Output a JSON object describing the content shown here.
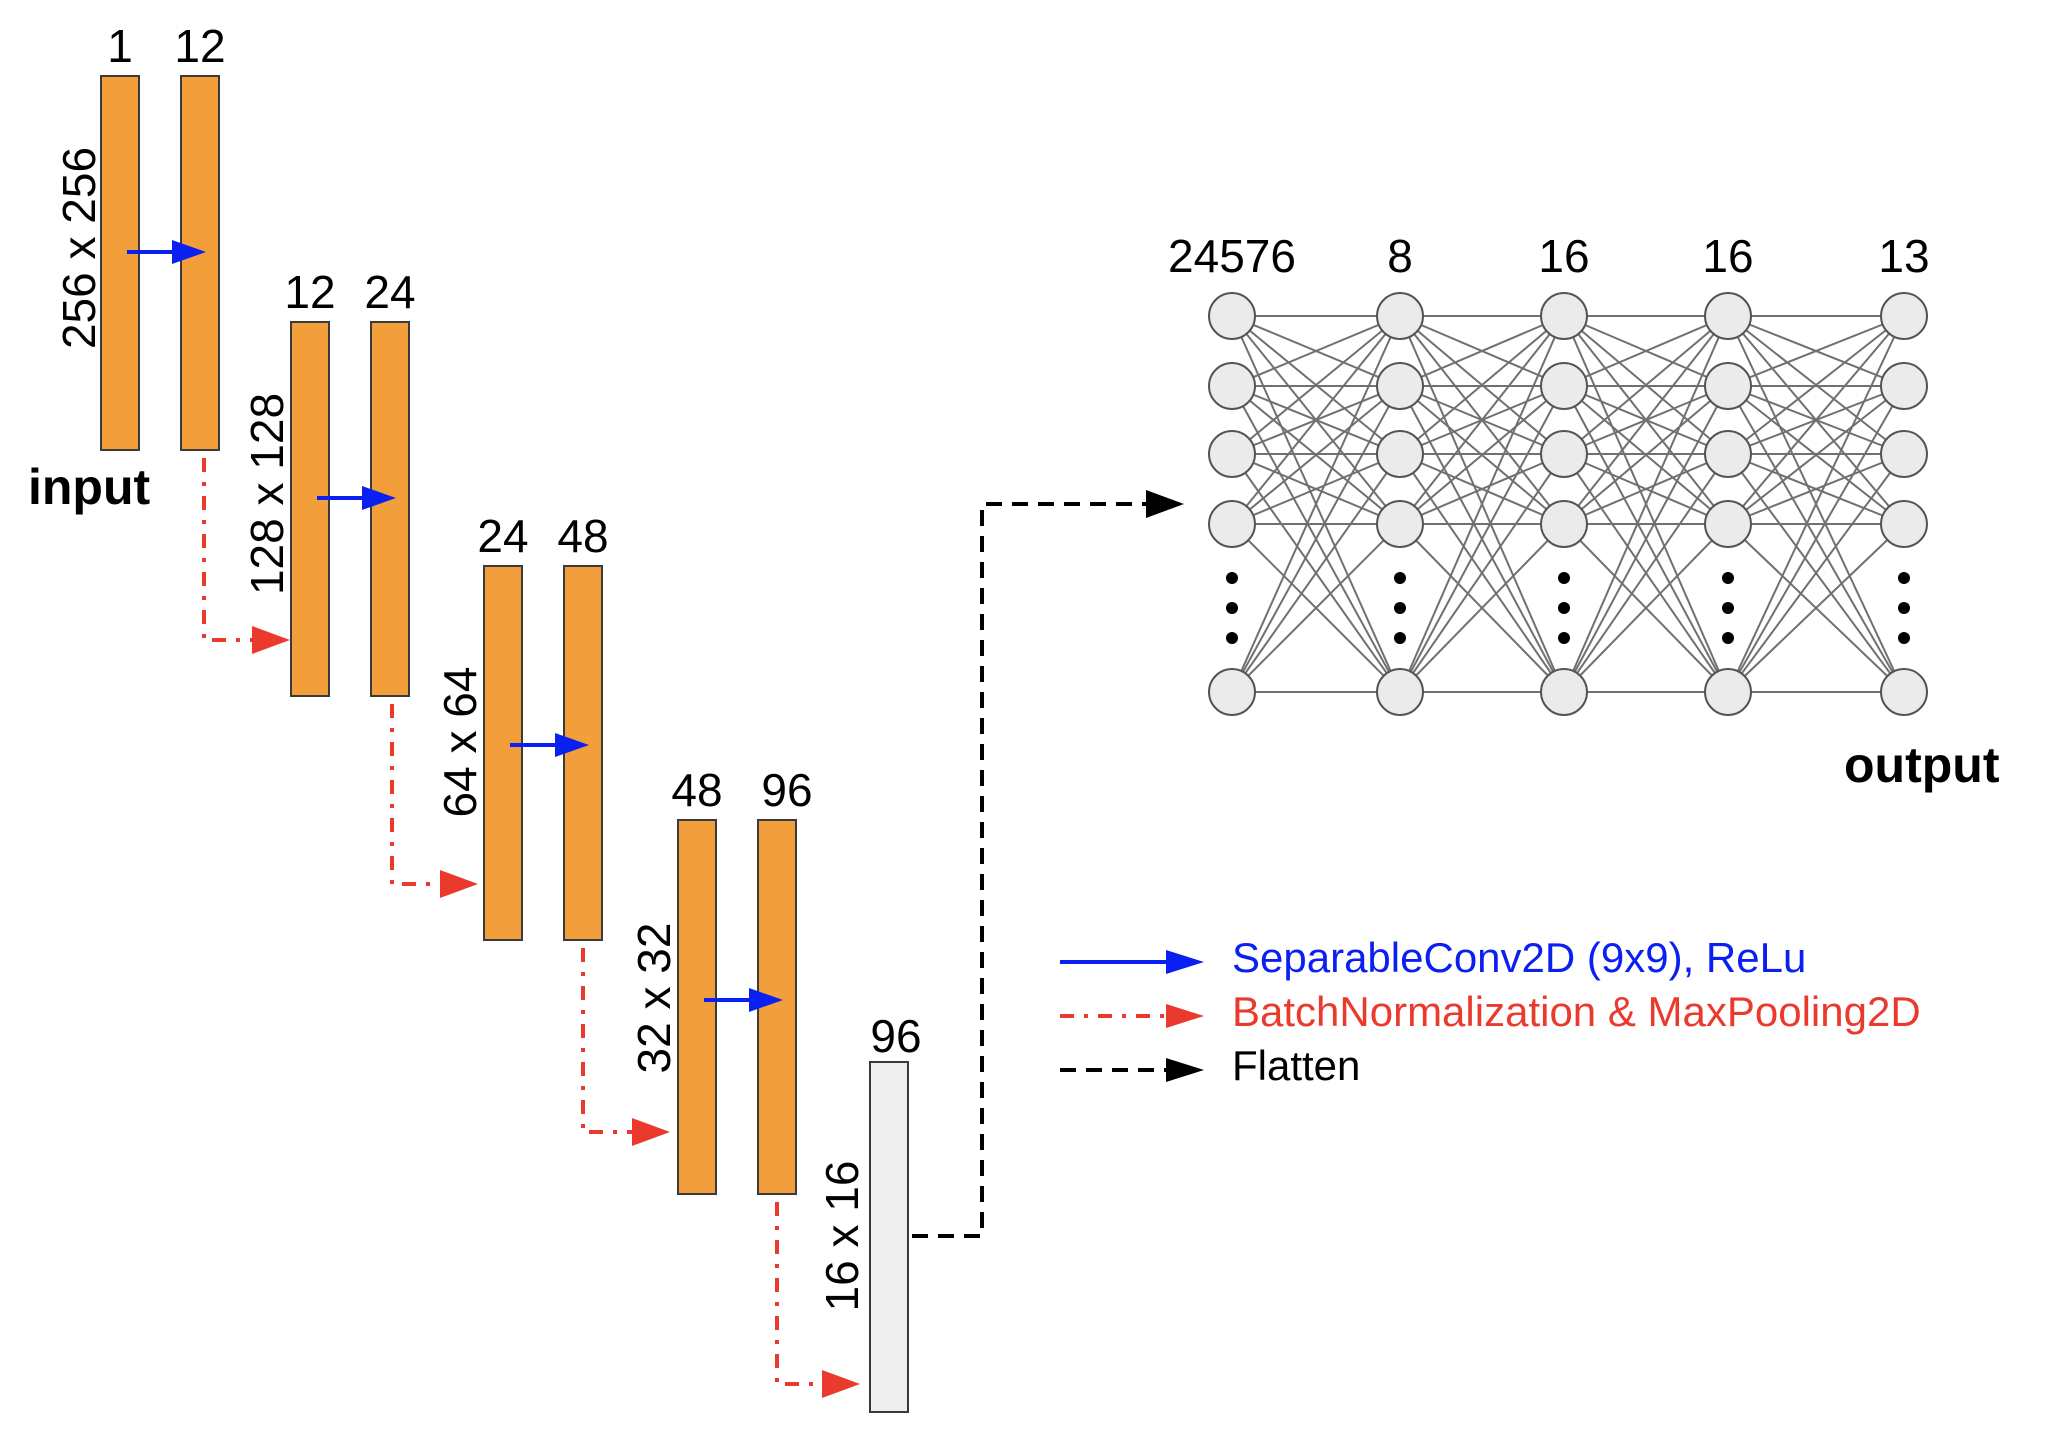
{
  "cnn": {
    "input_label": "input",
    "blocks": [
      {
        "spatial": "256 x 256",
        "ch_in": "1",
        "ch_out": "12"
      },
      {
        "spatial": "128 x 128",
        "ch_in": "12",
        "ch_out": "24"
      },
      {
        "spatial": "64 x 64",
        "ch_in": "24",
        "ch_out": "48"
      },
      {
        "spatial": "32 x 32",
        "ch_in": "48",
        "ch_out": "96"
      }
    ],
    "final": {
      "spatial": "16 x 16",
      "channels": "96"
    }
  },
  "mlp": {
    "layer_sizes": [
      "24576",
      "8",
      "16",
      "16",
      "13"
    ],
    "output_label": "output"
  },
  "legend": [
    {
      "label": "SeparableConv2D (9x9), ReLu",
      "color": "#0a1ff2",
      "style": "solid"
    },
    {
      "label": "BatchNormalization & MaxPooling2D",
      "color": "#ea3a2e",
      "style": "dash-dot"
    },
    {
      "label": "Flatten",
      "color": "#000000",
      "style": "dashed"
    }
  ]
}
